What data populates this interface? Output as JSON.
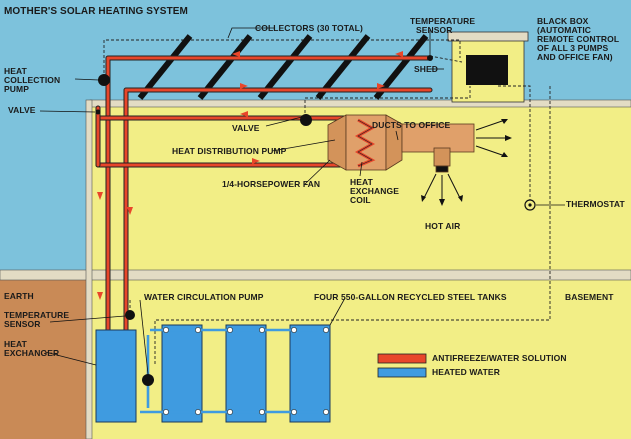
{
  "title": "MOTHER'S SOLAR HEATING SYSTEM",
  "labels": {
    "collectors": "COLLECTORS (30 TOTAL)",
    "temp_sensor_top_1": "TEMPERATURE",
    "temp_sensor_top_2": "SENSOR",
    "black_box_1": "BLACK BOX",
    "black_box_2": "(AUTOMATIC",
    "black_box_3": "REMOTE CONTROL",
    "black_box_4": "OF ALL 3 PUMPS",
    "black_box_5": "AND OFFICE FAN)",
    "heat_collection_1": "HEAT",
    "heat_collection_2": "COLLECTION",
    "heat_collection_3": "PUMP",
    "valve_left": "VALVE",
    "shed": "SHED",
    "valve_mid": "VALVE",
    "ducts": "DUCTS TO OFFICE",
    "heat_distribution_pump": "HEAT DISTRIBUTION PUMP",
    "fan": "1/4-HORSEPOWER FAN",
    "heat_exchange_coil_1": "HEAT",
    "heat_exchange_coil_2": "EXCHANGE",
    "heat_exchange_coil_3": "COIL",
    "thermostat": "THERMOSTAT",
    "hot_air": "HOT AIR",
    "earth": "EARTH",
    "water_circulation_pump": "WATER CIRCULATION PUMP",
    "tanks": "FOUR 550-GALLON RECYCLED STEEL TANKS",
    "basement": "BASEMENT",
    "temp_sensor_low_1": "TEMPERATURE",
    "temp_sensor_low_2": "SENSOR",
    "heat_exchanger_1": "HEAT",
    "heat_exchanger_2": "EXCHANGER"
  },
  "legend": [
    {
      "label": "ANTIFREEZE/WATER SOLUTION",
      "color": "#e8462a"
    },
    {
      "label": "HEATED WATER",
      "color": "#3f9be0"
    }
  ],
  "colors": {
    "sky": "#7dc2dc",
    "interior": "#f2ee86",
    "earth": "#c98a56",
    "antifreeze": "#e8462a",
    "heated_water": "#3f9be0"
  }
}
